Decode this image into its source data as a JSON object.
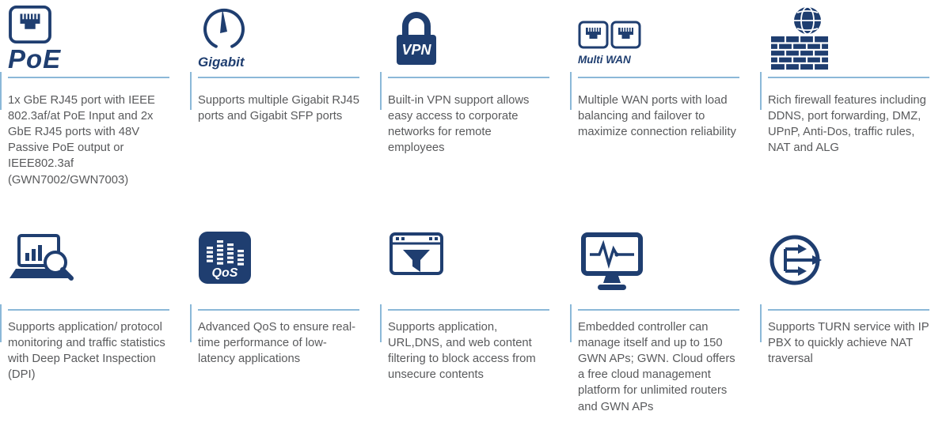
{
  "colors": {
    "icon_navy": "#1f3e70",
    "divider_blue": "#8bb8d8",
    "text_gray": "#595a5c"
  },
  "features": [
    {
      "icon": "rj45-port-icon",
      "icon_label": "PoE",
      "text": "1x GbE RJ45 port with IEEE 802.3af/at PoE Input and 2x GbE RJ45 ports with 48V Passive PoE output or IEEE802.3af (GWN7002/GWN7003)"
    },
    {
      "icon": "gigabit-gauge-icon",
      "icon_label": "Gigabit",
      "text": "Supports multiple Gigabit RJ45 ports and  Gigabit SFP ports"
    },
    {
      "icon": "vpn-lock-icon",
      "icon_label": "VPN",
      "text": "Built-in VPN support allows easy access to corporate networks for remote employees"
    },
    {
      "icon": "multi-wan-ports-icon",
      "icon_label": "Multi WAN",
      "text": "Multiple WAN ports with load balancing and failover to maximize connection reliability"
    },
    {
      "icon": "firewall-brick-globe-icon",
      "icon_label": "",
      "text": "Rich firewall features including DDNS, port forwarding, DMZ, UPnP, Anti-Dos, traffic rules, NAT and ALG"
    },
    {
      "icon": "dpi-laptop-magnifier-icon",
      "icon_label": "",
      "text": "Supports application/ protocol monitoring and traffic statistics with Deep Packet Inspection (DPI)"
    },
    {
      "icon": "qos-equalizer-icon",
      "icon_label": "QoS",
      "text": "Advanced QoS to ensure real-time performance of low-latency applications"
    },
    {
      "icon": "content-filter-funnel-icon",
      "icon_label": "",
      "text": "Supports application, URL,DNS, and web content filtering to block access from unsecure contents"
    },
    {
      "icon": "controller-monitor-pulse-icon",
      "icon_label": "",
      "text": "Embedded controller can manage itself and up to 150 GWN APs; GWN. Cloud offers a free cloud management platform for unlimited routers and GWN APs"
    },
    {
      "icon": "turn-nat-traversal-icon",
      "icon_label": "",
      "text": "Supports TURN service with IP PBX to quickly achieve NAT traversal"
    }
  ]
}
